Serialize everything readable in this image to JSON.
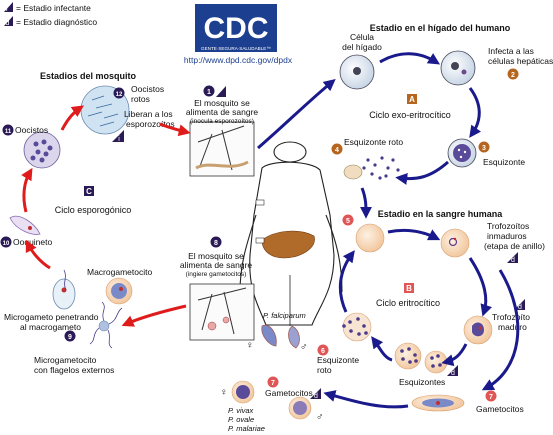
{
  "legend": {
    "infective_symbol": "i",
    "infective_label": "= Estadio infectante",
    "diagnostic_symbol": "d",
    "diagnostic_label": "= Estadio diagnóstico"
  },
  "logo": {
    "text": "CDC",
    "tagline": "GENTE·SEGURA·SALUDABLE™",
    "url": "http://www.dpd.cdc.gov/dpdx"
  },
  "sections": {
    "mosquito": "Estadios del mosquito",
    "liver": "Estadio en el hígado del humano",
    "blood": "Estadio en la sangre humana"
  },
  "cycles": {
    "a_letter": "A",
    "a_label": "Ciclo exo-eritrocítico",
    "b_letter": "B",
    "b_label": "Ciclo eritrocítico",
    "c_letter": "C",
    "c_label": "Ciclo esporogónico"
  },
  "steps": {
    "s1_num": "1",
    "s1_line1": "El mosquito se",
    "s1_line2": "alimenta de sangre",
    "s1_line3": "(inocula esporozoítos)",
    "s2_num": "2",
    "s3_num": "3",
    "s4_num": "4",
    "s5_num": "5",
    "s6_num": "6",
    "s7_num": "7",
    "s8_num": "8",
    "s8_line1": "El mosquito se",
    "s8_line2": "alimenta de sangre",
    "s8_line3": "(ingiere gametocitos)",
    "s9_num": "9",
    "s10_num": "10",
    "s11_num": "11",
    "s12_num": "12"
  },
  "labels": {
    "celula_higado_1": "Célula",
    "celula_higado_2": "del hígado",
    "infecta_1": "Infecta a las",
    "infecta_2": "células hepáticas",
    "esquizonte": "Esquizonte",
    "esquizonte_roto": "Esquizonte roto",
    "trofo_inm_1": "Trofozoítos",
    "trofo_inm_2": "inmaduros",
    "trofo_inm_3": "(etapa de anillo)",
    "trofo_mad_1": "Trofozoíto",
    "trofo_mad_2": "maduro",
    "esquizontes": "Esquizontes",
    "gametocitos_right": "Gametocitos",
    "gametocitos_left": "Gametocitos",
    "esq_roto_blood_1": "Esquizonte",
    "esq_roto_blood_2": "roto",
    "p_falciparum": "P. falciparum",
    "p_vivax": "P. vivax",
    "p_ovale": "P. ovale",
    "p_malariae": "P. malariae",
    "oocistos_rotos_1": "Oocistos",
    "oocistos_rotos_2": "rotos",
    "liberan_1": "Liberan a los",
    "liberan_2": "esporozoítos",
    "oocistos": "Oocistos",
    "ooquineto": "Ooquineto",
    "macrogametocito": "Macrogametocito",
    "micro_pen_1": "Microgameto penetrando",
    "micro_pen_2": "al macrogameto",
    "micro_flag_1": "Microgametocito",
    "micro_flag_2": "con flagelos externos",
    "female": "♀",
    "male": "♂"
  },
  "colors": {
    "arrow_blue": "#1a1a8c",
    "arrow_red": "#e01b1b",
    "step_dark": "#2a1a55",
    "step_orange": "#b5651d",
    "step_red": "#e05555",
    "cdc_blue": "#1d3f8f"
  }
}
